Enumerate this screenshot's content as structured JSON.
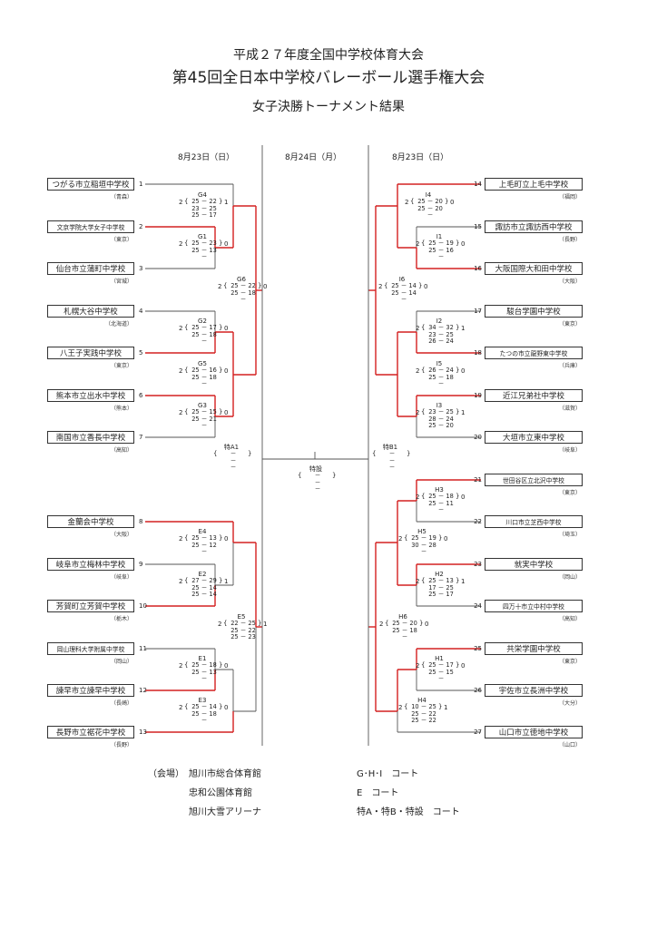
{
  "header": {
    "line1": "平成２７年度全国中学校体育大会",
    "line2": "第45回全日本中学校バレーボール選手権大会",
    "line3": "女子決勝トーナメント結果"
  },
  "days": {
    "left": "8月23日（日）",
    "center": "8月24日（月）",
    "right": "8月23日（日）"
  },
  "teams": [
    {
      "num": "1",
      "name": "つがる市立稲垣中学校",
      "pref": "（青森）"
    },
    {
      "num": "2",
      "name": "文京学院大学女子中学校",
      "pref": "（東京）"
    },
    {
      "num": "3",
      "name": "仙台市立蒲町中学校",
      "pref": "（宮城）"
    },
    {
      "num": "4",
      "name": "札幌大谷中学校",
      "pref": "（北海道）"
    },
    {
      "num": "5",
      "name": "八王子実践中学校",
      "pref": "（東京）"
    },
    {
      "num": "6",
      "name": "熊本市立出水中学校",
      "pref": "（熊本）"
    },
    {
      "num": "7",
      "name": "南国市立香長中学校",
      "pref": "（高知）"
    },
    {
      "num": "8",
      "name": "金蘭会中学校",
      "pref": "（大阪）"
    },
    {
      "num": "9",
      "name": "岐阜市立梅林中学校",
      "pref": "（岐阜）"
    },
    {
      "num": "10",
      "name": "芳賀町立芳賀中学校",
      "pref": "（栃木）"
    },
    {
      "num": "11",
      "name": "岡山理科大学附属中学校",
      "pref": "（岡山）"
    },
    {
      "num": "12",
      "name": "諫早市立諫早中学校",
      "pref": "（長崎）"
    },
    {
      "num": "13",
      "name": "長野市立裾花中学校",
      "pref": "（長野）"
    },
    {
      "num": "14",
      "name": "上毛町立上毛中学校",
      "pref": "（福岡）"
    },
    {
      "num": "15",
      "name": "諏訪市立諏訪西中学校",
      "pref": "（長野）"
    },
    {
      "num": "16",
      "name": "大阪国際大和田中学校",
      "pref": "（大阪）"
    },
    {
      "num": "17",
      "name": "駿台学園中学校",
      "pref": "（東京）"
    },
    {
      "num": "18",
      "name": "たつの市立龍野東中学校",
      "pref": "（兵庫）"
    },
    {
      "num": "19",
      "name": "近江兄弟社中学校",
      "pref": "（滋賀）"
    },
    {
      "num": "20",
      "name": "大垣市立東中学校",
      "pref": "（岐阜）"
    },
    {
      "num": "21",
      "name": "世田谷区立北沢中学校",
      "pref": "（東京）"
    },
    {
      "num": "22",
      "name": "川口市立芝西中学校",
      "pref": "（埼玉）"
    },
    {
      "num": "23",
      "name": "就実中学校",
      "pref": "（岡山）"
    },
    {
      "num": "24",
      "name": "四万十市立中村中学校",
      "pref": "（高知）"
    },
    {
      "num": "25",
      "name": "共栄学園中学校",
      "pref": "（東京）"
    },
    {
      "num": "26",
      "name": "宇佐市立長洲中学校",
      "pref": "（大分）"
    },
    {
      "num": "27",
      "name": "山口市立徳地中学校",
      "pref": "（山口）"
    }
  ],
  "matches": [
    {
      "code": "G4",
      "ls": "2",
      "rs": "1",
      "sets": [
        "25 － 22",
        "23 － 25",
        "25 － 17"
      ]
    },
    {
      "code": "G1",
      "ls": "2",
      "rs": "0",
      "sets": [
        "25 － 23",
        "25 － 13",
        "－"
      ]
    },
    {
      "code": "G6",
      "ls": "2",
      "rs": "0",
      "sets": [
        "25 － 22",
        "25 － 18",
        "－"
      ]
    },
    {
      "code": "G2",
      "ls": "2",
      "rs": "0",
      "sets": [
        "25 － 17",
        "25 － 18",
        "－"
      ]
    },
    {
      "code": "G5",
      "ls": "2",
      "rs": "0",
      "sets": [
        "25 － 16",
        "25 － 18",
        "－"
      ]
    },
    {
      "code": "G3",
      "ls": "2",
      "rs": "0",
      "sets": [
        "25 － 15",
        "25 － 21",
        "－"
      ]
    },
    {
      "code": "特A1",
      "ls": "",
      "rs": "",
      "sets": [
        "－",
        "－",
        "－"
      ]
    },
    {
      "code": "E4",
      "ls": "2",
      "rs": "0",
      "sets": [
        "25 － 13",
        "25 － 12",
        "－"
      ]
    },
    {
      "code": "E2",
      "ls": "2",
      "rs": "1",
      "sets": [
        "27 － 29",
        "25 － 14",
        "25 － 14"
      ]
    },
    {
      "code": "E5",
      "ls": "2",
      "rs": "1",
      "sets": [
        "22 － 25",
        "25 － 22",
        "25 － 23"
      ]
    },
    {
      "code": "E1",
      "ls": "2",
      "rs": "0",
      "sets": [
        "25 － 18",
        "25 － 13",
        "－"
      ]
    },
    {
      "code": "E3",
      "ls": "2",
      "rs": "0",
      "sets": [
        "25 － 14",
        "25 － 18",
        "－"
      ]
    },
    {
      "code": "I4",
      "ls": "2",
      "rs": "0",
      "sets": [
        "25 － 20",
        "25 － 20",
        "－"
      ]
    },
    {
      "code": "I1",
      "ls": "2",
      "rs": "0",
      "sets": [
        "25 － 19",
        "25 － 16",
        "－"
      ]
    },
    {
      "code": "I6",
      "ls": "2",
      "rs": "0",
      "sets": [
        "25 － 14",
        "25 － 14",
        "－"
      ]
    },
    {
      "code": "I2",
      "ls": "2",
      "rs": "1",
      "sets": [
        "34 － 32",
        "23 － 25",
        "26 － 24"
      ]
    },
    {
      "code": "I5",
      "ls": "2",
      "rs": "0",
      "sets": [
        "26 － 24",
        "25 － 18",
        "－"
      ]
    },
    {
      "code": "I3",
      "ls": "2",
      "rs": "1",
      "sets": [
        "23 － 25",
        "28 － 24",
        "25 － 20"
      ]
    },
    {
      "code": "特B1",
      "ls": "",
      "rs": "",
      "sets": [
        "－",
        "－",
        "－"
      ]
    },
    {
      "code": "特設",
      "ls": "",
      "rs": "",
      "sets": [
        "－",
        "－",
        "－"
      ]
    },
    {
      "code": "H3",
      "ls": "2",
      "rs": "0",
      "sets": [
        "25 － 18",
        "25 － 11",
        "－"
      ]
    },
    {
      "code": "H5",
      "ls": "2",
      "rs": "0",
      "sets": [
        "25 － 19",
        "30 － 28",
        "－"
      ]
    },
    {
      "code": "H2",
      "ls": "2",
      "rs": "1",
      "sets": [
        "25 － 13",
        "17 － 25",
        "25 － 17"
      ]
    },
    {
      "code": "H6",
      "ls": "2",
      "rs": "0",
      "sets": [
        "25 － 20",
        "25 － 18",
        "－"
      ]
    },
    {
      "code": "H1",
      "ls": "2",
      "rs": "0",
      "sets": [
        "25 － 17",
        "25 － 15",
        "－"
      ]
    },
    {
      "code": "H4",
      "ls": "2",
      "rs": "1",
      "sets": [
        "10 － 25",
        "25 － 22",
        "25 － 22"
      ]
    }
  ],
  "venues": {
    "label": "（会場）",
    "rows": [
      {
        "place": "旭川市総合体育館",
        "court": "G･H･I　コート"
      },
      {
        "place": "忠和公園体育館",
        "court": "E　コート"
      },
      {
        "place": "旭川大雪アリーナ",
        "court": "特A・特B・特設　コート"
      }
    ]
  },
  "colors": {
    "winner_line": "#d42020",
    "line": "#555555",
    "border": "#333333"
  }
}
